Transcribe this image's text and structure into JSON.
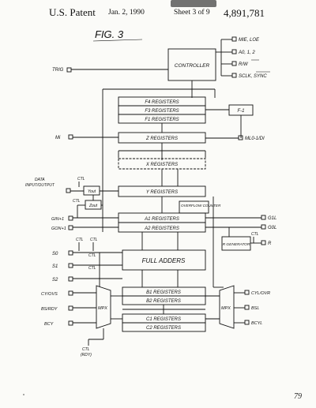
{
  "header": {
    "title": "U.S. Patent",
    "date": "Jan. 2, 1990",
    "sheet": "Sheet 3 of 9",
    "patent_number": "4,891,781"
  },
  "figure": {
    "label": "FIG. 3",
    "blocks": {
      "controller": "CONTROLLER",
      "f4": "F4 REGISTERS",
      "f3": "F3 REGISTERS",
      "f1": "F1 REGISTERS",
      "fm1": "F-1",
      "z": "Z REGISTERS",
      "x": "X REGISTERS",
      "y": "Y REGISTERS",
      "yout": "Yout",
      "zout": "Zout",
      "overflow": "OVERFLOW COUNTER",
      "a1": "A1 REGISTERS",
      "a2": "A2 REGISTERS",
      "rgen": "R GENERATOR",
      "adders": "FULL ADDERS",
      "b1": "B1 REGISTERS",
      "b2": "B2 REGISTERS",
      "c1": "C1 REGISTERS",
      "c2": "C2 REGISTERS",
      "mpx_left": "MPX",
      "mpx_right": "MPX"
    },
    "signals": {
      "mie_loe": "MIE, LOE",
      "a012": "A0, 1, 2",
      "rw": "R/W",
      "sclk": "SCLK, SYNC",
      "trig": "TRIG",
      "mi": "Mi",
      "ml": "ML0-1/DI",
      "data_io_1": "DATA",
      "data_io_2": "INPUT/OUTPUT",
      "ctl_io": "CTL",
      "ctl_z": "CTL",
      "gin": "GIN+1",
      "gon": "GON+1",
      "g1l": "G1L",
      "g0l": "G0L",
      "ctl_r": "CTL",
      "r_out": "R",
      "ctl_s0a": "CTL",
      "ctl_s0b": "CTL",
      "s0": "S0",
      "ctl_s1": "CTL",
      "s1": "S1",
      "ctl_s2": "CTL",
      "s2": "S2",
      "cy_ovs": "CY/OVS",
      "bs_rdy": "BS/RDY",
      "bcy": "BCY",
      "ctl_rdy": "CTL",
      "rdy": "(RDY)",
      "cyl_ovr": "CYL/OVR",
      "bsl": "BSL",
      "bcyl": "BCYL"
    }
  },
  "page_number": "79"
}
